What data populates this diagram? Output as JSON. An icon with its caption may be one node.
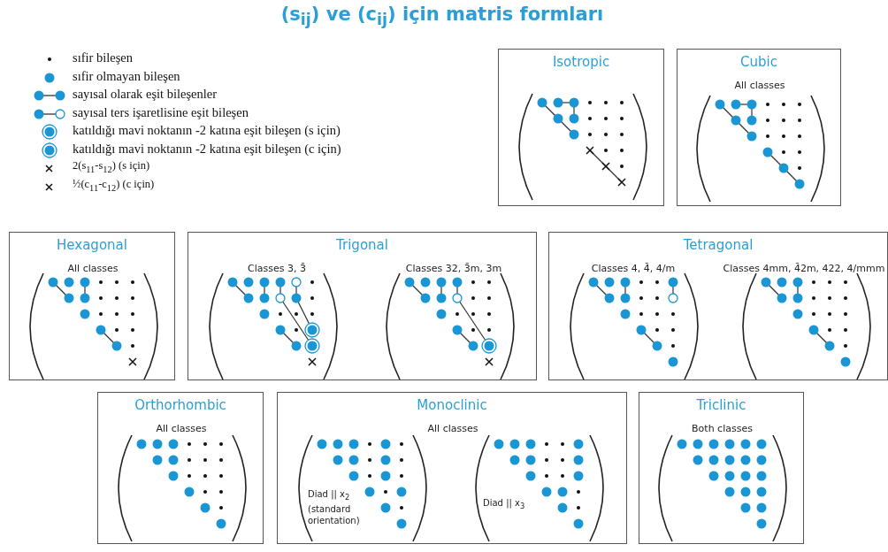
{
  "diagram": {
    "title": "(s$_{ij}$) ve (c$_{ij}$) için matris formları",
    "nodes": [
      {
        "text": [
          "Isotropic"
        ]
      },
      {
        "text": [
          "Cubic",
          "All classes"
        ]
      },
      {
        "text": [
          "Hexagonal",
          "All classes"
        ]
      },
      {
        "text": [
          "Trigonal",
          "Classes 3, 3̄",
          "Classes 32, 3̄m, 3m"
        ]
      },
      {
        "text": [
          "Tetragonal",
          "Classes 4, 4̄, 4/m",
          "Classes 4mm, 4̄2m, 422, 4/mmm"
        ]
      },
      {
        "text": [
          "Orthorhombic",
          "All classes"
        ]
      },
      {
        "text": [
          "Monoclinic",
          "All classes",
          "Diad || x$_{2}$ (standard orientation)",
          "Diad || x$_{3}$"
        ]
      },
      {
        "text": [
          "Triclinic",
          "Both classes"
        ]
      }
    ],
    "legend": [
      {
        "text": "sıfir bileşen"
      },
      {
        "text": "sıfir olmayan bileşen"
      },
      {
        "text": "sayısal olarak eşit bileşenler"
      },
      {
        "text": "sayısal ters işaretlisine eşit bileşen"
      },
      {
        "text": "katıldığı mavi noktanın -2 katına eşit bileşen (s için)"
      },
      {
        "text": "katıldığı mavi noktanın -2 katına eşit bileşen (c için)"
      },
      {
        "text": "2(s$_{11}$-s$_{12}$) (s için)"
      },
      {
        "text": "½(c$_{11}$-c$_{12}$) (c için)"
      }
    ]
  }
}
